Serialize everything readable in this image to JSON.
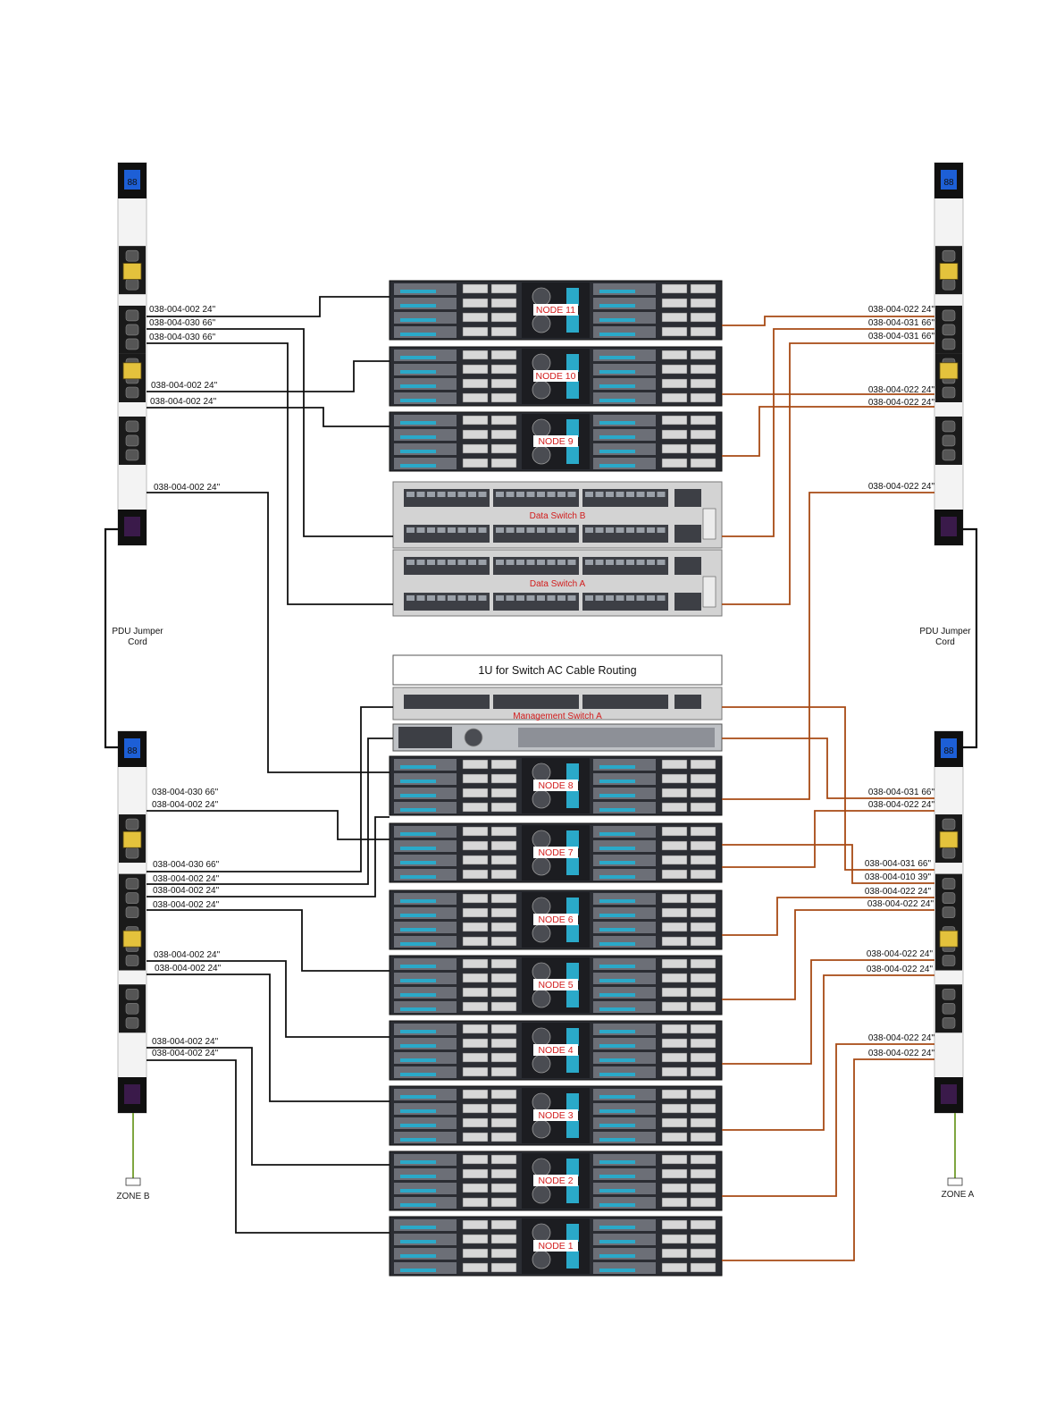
{
  "diagram": {
    "routing_label": "1U for Switch AC Cable Routing",
    "nodes": [
      "NODE 11",
      "NODE 10",
      "NODE 9",
      "NODE 8",
      "NODE 7",
      "NODE 6",
      "NODE 5",
      "NODE 4",
      "NODE 3",
      "NODE 2",
      "NODE 1"
    ],
    "switches": {
      "data_b": "Data Switch B",
      "data_a": "Data Switch A",
      "management": "Management Switch A"
    },
    "jumper_cord": {
      "left": [
        "PDU Jumper",
        "Cord"
      ],
      "right": [
        "PDU Jumper",
        "Cord"
      ]
    },
    "zones": {
      "left": "ZONE B",
      "right": "ZONE A"
    },
    "cable_labels_left": [
      "038-004-002 24\"",
      "038-004-030 66\"",
      "038-004-030 66\"",
      "038-004-002 24\"",
      "038-004-002 24\"",
      "038-004-002 24\"",
      "038-004-030 66\"",
      "038-004-002 24\"",
      "038-004-030 66\"",
      "038-004-002 24\"",
      "038-004-002 24\"",
      "038-004-002 24\"",
      "038-004-002 24\"",
      "038-004-002 24\"",
      "038-004-002 24\"",
      "038-004-002 24\""
    ],
    "cable_labels_right": [
      "038-004-022 24\"",
      "038-004-031 66\"",
      "038-004-031 66\"",
      "038-004-022 24\"",
      "038-004-022 24\"",
      "038-004-022 24\"",
      "038-004-031 66\"",
      "038-004-022 24\"",
      "038-004-031 66\"",
      "038-004-010 39\"",
      "038-004-022 24\"",
      "038-004-022 24\"",
      "038-004-022 24\"",
      "038-004-022 24\"",
      "038-004-022 24\"",
      "038-004-022 24\""
    ],
    "colors": {
      "left_cable": "#111111",
      "right_cable": "#a84a14",
      "ground_wire": "#7fa640",
      "label_red": "#d21c1c"
    }
  }
}
